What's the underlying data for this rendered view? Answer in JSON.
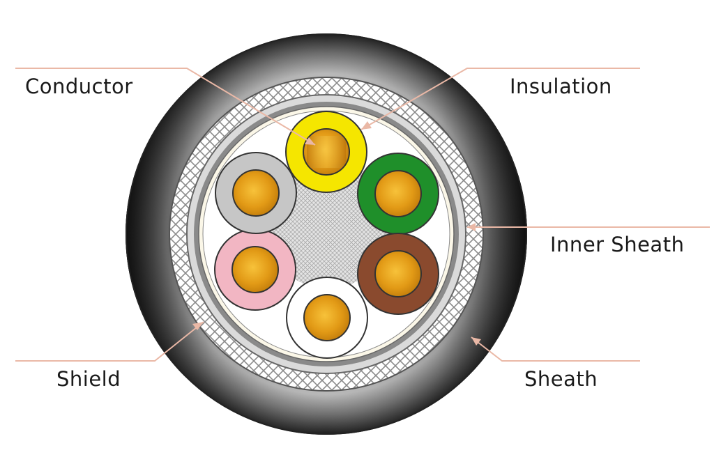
{
  "labels": {
    "conductor": "Conductor",
    "insulation": "Insulation",
    "inner_sheath": "Inner Sheath",
    "shield": "Shield",
    "sheath": "Sheath"
  },
  "colors": {
    "leader_line": "#eab8a6",
    "sheath": "#1e1e1e",
    "shield_mesh": "#8a8a8a",
    "copper": "#e6a01a",
    "cores": [
      "#f5e600",
      "#1f8f2a",
      "#8a4a2e",
      "#ffffff",
      "#f2b6c3",
      "#c6c6c6"
    ]
  },
  "cores": [
    {
      "insulation_color": "yellow"
    },
    {
      "insulation_color": "green"
    },
    {
      "insulation_color": "brown"
    },
    {
      "insulation_color": "white"
    },
    {
      "insulation_color": "pink"
    },
    {
      "insulation_color": "gray"
    }
  ]
}
